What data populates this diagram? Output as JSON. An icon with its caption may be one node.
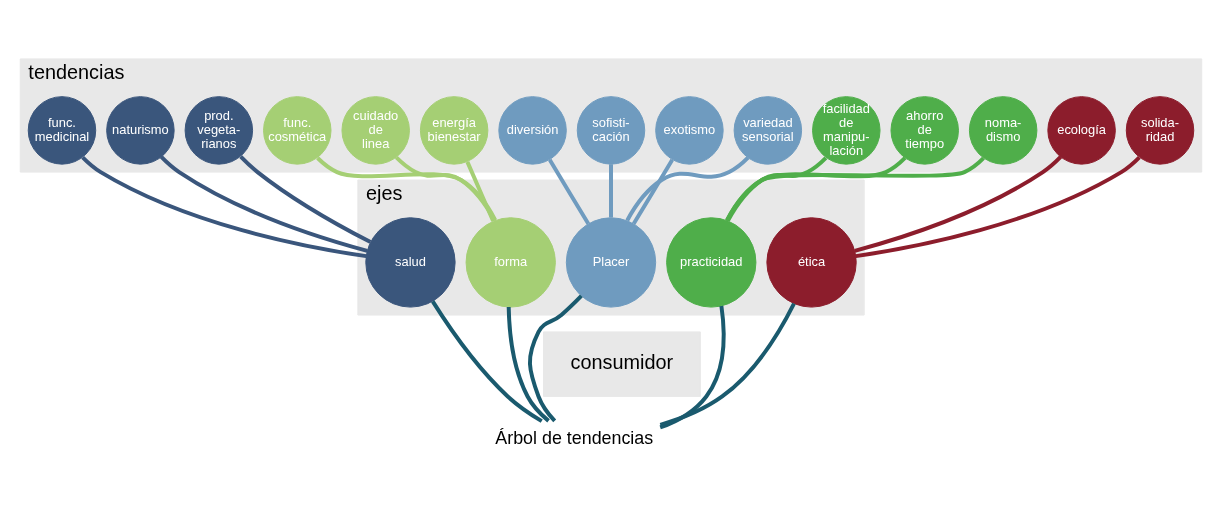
{
  "diagram": {
    "nodes": [
      {
        "text": [
          "tendencias"
        ]
      },
      {
        "text": [
          "ejes"
        ]
      },
      {
        "text": [
          "consumidor"
        ]
      },
      {
        "text": [
          "sofisti- cación"
        ],
        "in": 0
      },
      {
        "text": [
          "exotismo"
        ],
        "in": 0
      },
      {
        "text": [
          "variedad sensorial"
        ],
        "in": 0
      },
      {
        "text": [
          "diversión"
        ],
        "in": 0
      },
      {
        "text": [
          "naturismo"
        ],
        "in": 0
      },
      {
        "text": [
          "prod. vegeta- rianos"
        ],
        "in": 0
      },
      {
        "text": [
          "func. medicinal"
        ],
        "in": 0
      },
      {
        "text": [
          "cuidado de linea"
        ],
        "in": 0
      },
      {
        "text": [
          "energía bienestar"
        ],
        "in": 0
      },
      {
        "text": [
          "func. cosmética"
        ],
        "in": 0
      },
      {
        "text": [
          "facilidad de manipu- lación"
        ],
        "in": 0
      },
      {
        "text": [
          "ahorro de tiempo"
        ],
        "in": 0
      },
      {
        "text": [
          "noma- dismo"
        ],
        "in": 0
      },
      {
        "text": [
          "solida- ridad"
        ],
        "in": 0
      },
      {
        "text": [
          "ecología"
        ],
        "in": 0
      },
      {
        "text": [
          "Placer"
        ],
        "in": 1
      },
      {
        "text": [
          "salud"
        ],
        "in": 1
      },
      {
        "text": [
          "forma"
        ],
        "in": 1
      },
      {
        "text": [
          "practicidad"
        ],
        "in": 1
      },
      {
        "text": [
          "ética"
        ],
        "in": 1
      },
      {
        "text": [
          "Árbol de tendencias"
        ]
      }
    ],
    "edges": [
      {
        "from": 23,
        "to": 18,
        "arrow": "none",
        "color": "#1a5a6e"
      },
      {
        "from": 23,
        "to": 19,
        "arrow": "none",
        "color": "#1a5a6e"
      },
      {
        "from": 23,
        "to": 20,
        "arrow": "none",
        "color": "#1a5a6e"
      },
      {
        "from": 23,
        "to": 21,
        "arrow": "none",
        "color": "#1a5a6e"
      },
      {
        "from": 23,
        "to": 22,
        "arrow": "none",
        "color": "#1a5a6e"
      },
      {
        "from": 18,
        "to": 3,
        "arrow": "none",
        "color": "#6f9bbf"
      },
      {
        "from": 18,
        "to": 4,
        "arrow": "none",
        "color": "#6f9bbf"
      },
      {
        "from": 18,
        "to": 5,
        "arrow": "none",
        "color": "#6f9bbf"
      },
      {
        "from": 18,
        "to": 6,
        "arrow": "none",
        "color": "#6f9bbf"
      },
      {
        "from": 19,
        "to": 7,
        "arrow": "none",
        "color": "#3a567c"
      },
      {
        "from": 19,
        "to": 8,
        "arrow": "none",
        "color": "#3a567c"
      },
      {
        "from": 19,
        "to": 9,
        "arrow": "none",
        "color": "#3a567c"
      },
      {
        "from": 20,
        "to": 10,
        "arrow": "none",
        "color": "#a5cf74"
      },
      {
        "from": 20,
        "to": 11,
        "arrow": "none",
        "color": "#a5cf74"
      },
      {
        "from": 20,
        "to": 12,
        "arrow": "none",
        "color": "#a5cf74"
      },
      {
        "from": 21,
        "to": 13,
        "arrow": "none",
        "color": "#4fae4a"
      },
      {
        "from": 21,
        "to": 14,
        "arrow": "none",
        "color": "#4fae4a"
      },
      {
        "from": 21,
        "to": 15,
        "arrow": "none",
        "color": "#4fae4a"
      },
      {
        "from": 22,
        "to": 16,
        "arrow": "none",
        "color": "#8c1d2c"
      },
      {
        "from": 22,
        "to": 17,
        "arrow": "none",
        "color": "#8c1d2c"
      }
    ]
  }
}
